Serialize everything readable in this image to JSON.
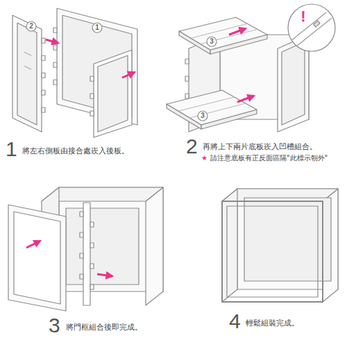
{
  "diagram": {
    "labels": [
      "2",
      "1",
      "!",
      "3",
      "3",
      "1",
      "將左右側板由接合處崁入後板。",
      "2",
      "再將上下兩片底板崁入凹槽組合。",
      "★",
      "請注意底板有正反面區隔\"此標示朝外\"",
      "3",
      "將門框組合後即完成。",
      "4",
      "輕鬆組裝完成。"
    ]
  }
}
